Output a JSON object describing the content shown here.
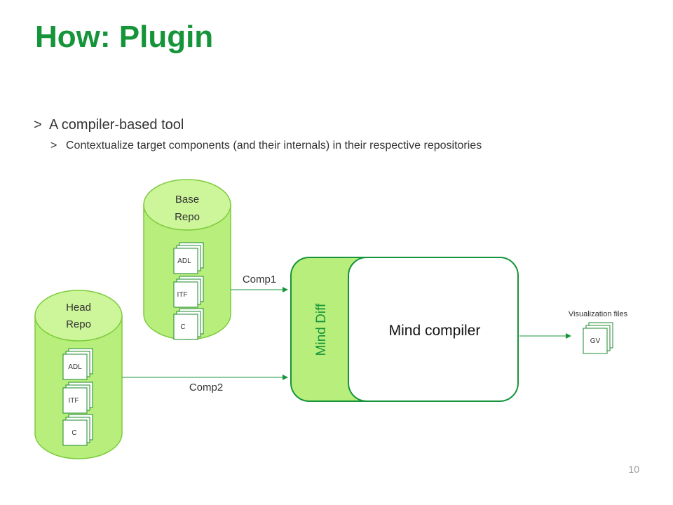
{
  "title": "How: Plugin",
  "bullets": {
    "level1": "A compiler-based tool",
    "level2": "Contextualize target components (and their internals) in their respective repositories",
    "marker": ">"
  },
  "diagram": {
    "base_repo": {
      "line1": "Base",
      "line2": "Repo",
      "files": [
        "ADL",
        "ITF",
        "C"
      ]
    },
    "head_repo": {
      "line1": "Head",
      "line2": "Repo",
      "files": [
        "ADL",
        "ITF",
        "C"
      ]
    },
    "comp1_label": "Comp1",
    "comp2_label": "Comp2",
    "mind_diff_label": "Mind Diff",
    "mind_compiler_label": "Mind compiler",
    "visualization_label": "Visualization files",
    "gv_label": "GV"
  },
  "page_number": "10",
  "colors": {
    "accent": "#16943a",
    "repo_fill": "#b8ee7c",
    "repo_stroke": "#7dcc3e",
    "text": "#333333"
  }
}
